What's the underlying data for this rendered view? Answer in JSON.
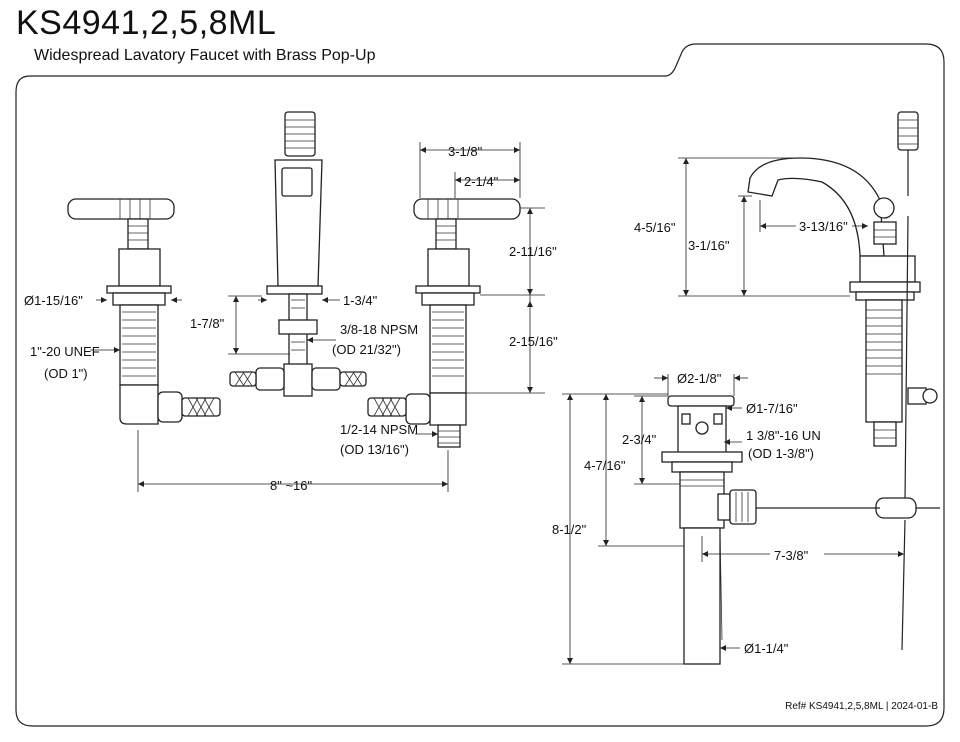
{
  "header": {
    "model": "KS4941,2,5,8ML",
    "description": "Widespread Lavatory Faucet with Brass Pop-Up"
  },
  "footer": {
    "ref": "Ref# KS4941,2,5,8ML | 2024-01-B"
  },
  "dimensions": {
    "handle_flange_dia": "Ø1-15/16\"",
    "handle_thread": "1\"-20 UNEF",
    "handle_thread_od": "(OD 1\")",
    "spout_height_below": "1-7/8\"",
    "spout_base_width": "1-3/4\"",
    "spout_thread": "3/8-18 NPSM",
    "spout_thread_od": "(OD 21/32\")",
    "handle_width": "3-1/8\"",
    "lever_width": "2-1/4\"",
    "handle_height": "2-11/16\"",
    "shank_length": "2-15/16\"",
    "outlet_thread": "1/2-14 NPSM",
    "outlet_thread_od": "(OD 13/16\")",
    "spread": "8\" ~16\"",
    "spout_total_height": "4-5/16\"",
    "spout_outlet_height": "3-1/16\"",
    "spout_reach": "3-13/16\"",
    "drain_flange_dia": "Ø2-1/8\"",
    "drain_body_dia": "Ø1-7/16\"",
    "drain_body_height": "2-3/4\"",
    "drain_thread": "1 3/8\"-16 UN",
    "drain_thread_od": "(OD 1-3/8\")",
    "drain_to_nut": "4-7/16\"",
    "drain_total": "8-1/2\"",
    "pivot_offset": "7-3/8\"",
    "tailpiece_dia": "Ø1-1/4\""
  }
}
